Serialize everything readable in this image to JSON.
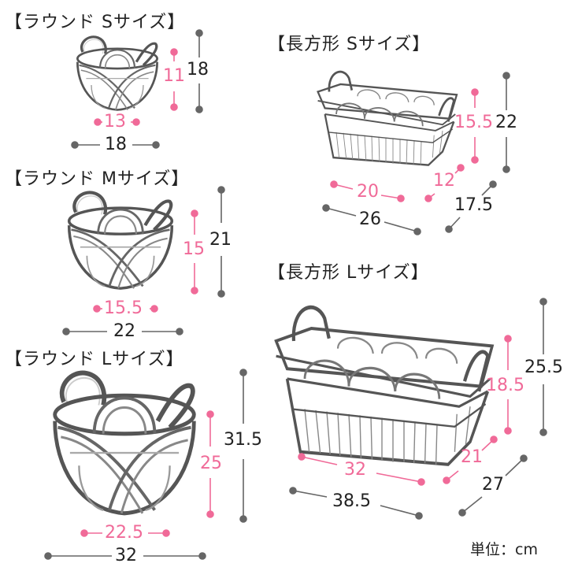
{
  "colors": {
    "inner_dimension": "#f06a98",
    "outer_dimension": "#666666",
    "text": "#222222"
  },
  "unit_label": "単位：cm",
  "products": {
    "round_s": {
      "title": "【ラウンド Sサイズ】",
      "outer_height": "18",
      "inner_height": "11",
      "inner_width": "13",
      "outer_width": "18"
    },
    "round_m": {
      "title": "【ラウンド Mサイズ】",
      "outer_height": "21",
      "inner_height": "15",
      "inner_width": "15.5",
      "outer_width": "22"
    },
    "round_l": {
      "title": "【ラウンド Lサイズ】",
      "outer_height": "31.5",
      "inner_height": "25",
      "inner_width": "22.5",
      "outer_width": "32"
    },
    "rect_s": {
      "title": "【長方形 Sサイズ】",
      "outer_height": "22",
      "inner_height": "15.5",
      "inner_width": "20",
      "outer_width": "26",
      "inner_depth": "12",
      "outer_depth": "17.5"
    },
    "rect_l": {
      "title": "【長方形 Lサイズ】",
      "outer_height": "25.5",
      "inner_height": "18.5",
      "inner_width": "32",
      "outer_width": "38.5",
      "inner_depth": "21",
      "outer_depth": "27"
    }
  }
}
